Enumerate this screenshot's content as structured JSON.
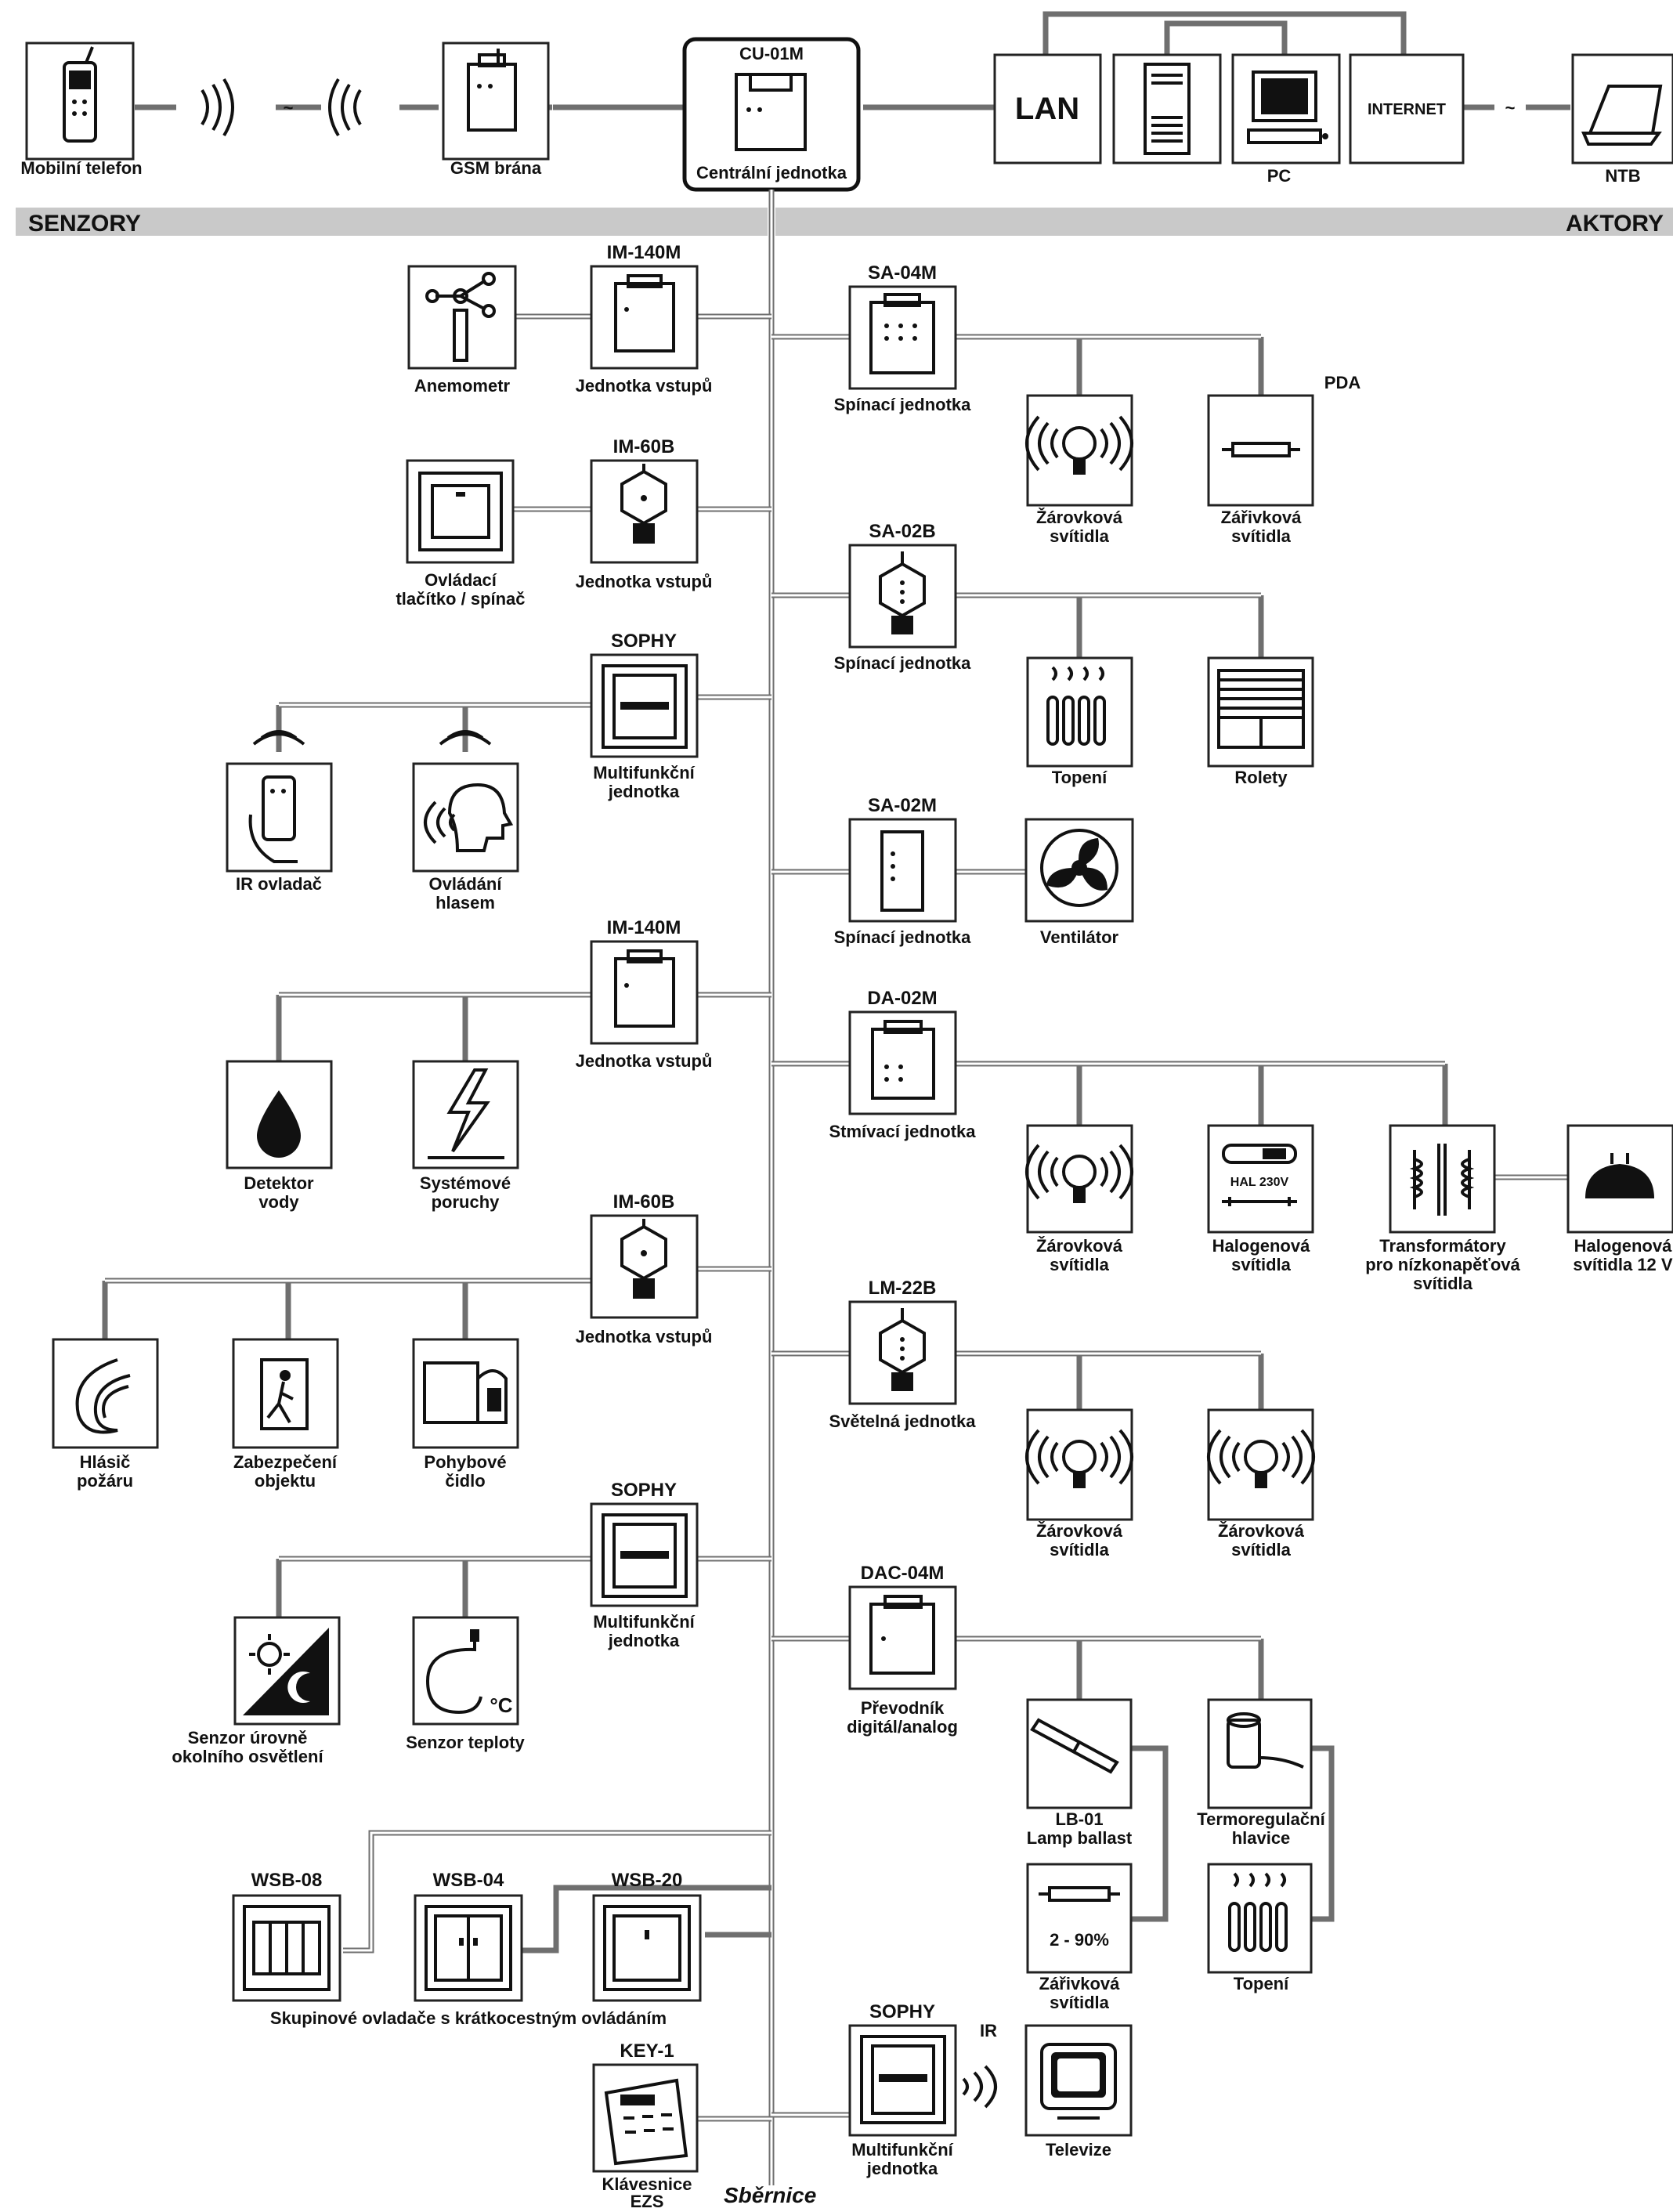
{
  "header": {
    "sensors_band": "SENZORY",
    "actors_band": "AKTORY",
    "mobile": "Mobilní telefon",
    "gsm": "GSM brána",
    "central_model": "CU-01M",
    "central": "Centrální jednotka",
    "lan": "LAN",
    "internet": "INTERNET",
    "pc": "PC",
    "ntb": "NTB",
    "pda": "PDA",
    "tilde1": "~",
    "tilde2": "~"
  },
  "sensors": {
    "g1": {
      "model": "IM-140M",
      "unit": "Jednotka vstupů",
      "dev1": "Anemometr"
    },
    "g2": {
      "model": "IM-60B",
      "unit": "Jednotka vstupů",
      "dev1_l1": "Ovládací",
      "dev1_l2": "tlačítko / spínač"
    },
    "g3": {
      "model": "SOPHY",
      "unit_l1": "Multifunkční",
      "unit_l2": "jednotka",
      "dev1": "IR ovladač",
      "dev2_l1": "Ovládání",
      "dev2_l2": "hlasem"
    },
    "g4": {
      "model": "IM-140M",
      "unit": "Jednotka vstupů",
      "dev1_l1": "Detektor",
      "dev1_l2": "vody",
      "dev2_l1": "Systémové",
      "dev2_l2": "poruchy"
    },
    "g5": {
      "model": "IM-60B",
      "unit": "Jednotka vstupů",
      "dev1_l1": "Hlásič",
      "dev1_l2": "požáru",
      "dev2_l1": "Zabezpečení",
      "dev2_l2": "objektu",
      "dev3_l1": "Pohybové",
      "dev3_l2": "čidlo"
    },
    "g6": {
      "model": "SOPHY",
      "unit_l1": "Multifunkční",
      "unit_l2": "jednotka",
      "dev1_l1": "Senzor úrovně",
      "dev1_l2": "okolního osvětlení",
      "dev2": "Senzor teploty",
      "deg": "°C"
    },
    "g7": {
      "m1": "WSB-08",
      "m2": "WSB-04",
      "m3": "WSB-20",
      "caption": "Skupinové ovladače s krátkocestným ovládáním"
    },
    "g8": {
      "model": "KEY-1",
      "unit_l1": "Klávesnice",
      "unit_l2": "EZS"
    },
    "bus": "Sběrnice"
  },
  "actors": {
    "a1": {
      "model": "SA-04M",
      "unit": "Spínací jednotka",
      "dev1_l1": "Žárovková",
      "dev1_l2": "svítidla",
      "dev2_l1": "Zářivková",
      "dev2_l2": "svítidla"
    },
    "a2": {
      "model": "SA-02B",
      "unit": "Spínací jednotka",
      "dev1": "Topení",
      "dev2": "Rolety"
    },
    "a3": {
      "model": "SA-02M",
      "unit": "Spínací jednotka",
      "dev1": "Ventilátor"
    },
    "a4": {
      "model": "DA-02M",
      "unit": "Stmívací jednotka",
      "dev1_l1": "Žárovková",
      "dev1_l2": "svítidla",
      "dev2_l1": "Halogenová",
      "dev2_l2": "svítidla",
      "hal": "HAL 230V",
      "dev3_l1": "Transformátory",
      "dev3_l2": "pro nízkonapěťová",
      "dev3_l3": "svítidla",
      "dev4_l1": "Halogenová",
      "dev4_l2": "svítidla 12 V"
    },
    "a5": {
      "model": "LM-22B",
      "unit": "Světelná jednotka",
      "dev1_l1": "Žárovková",
      "dev1_l2": "svítidla",
      "dev2_l1": "Žárovková",
      "dev2_l2": "svítidla"
    },
    "a6": {
      "model": "DAC-04M",
      "unit_l1": "Převodník",
      "unit_l2": "digitál/analog",
      "dev1_l1": "LB-01",
      "dev1_l2": "Lamp ballast",
      "dev2_l1": "Termoregulační",
      "dev2_l2": "hlavice",
      "dev3_pct": "2 - 90%",
      "dev3_l1": "Zářivková",
      "dev3_l2": "svítidla",
      "dev4": "Topení"
    },
    "a7": {
      "model": "SOPHY",
      "unit_l1": "Multifunkční",
      "unit_l2": "jednotka",
      "ir": "IR",
      "dev1": "Televize"
    }
  }
}
